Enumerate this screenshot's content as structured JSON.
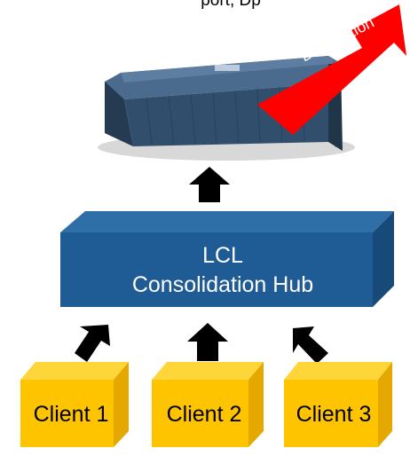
{
  "diagram": {
    "top_caption": "port, Dp",
    "destination_label": "Destination",
    "hub": {
      "line1": "LCL",
      "line2": "Consolidation Hub"
    },
    "clients": [
      "Client 1",
      "Client 2",
      "Client 3"
    ],
    "colors": {
      "container": "#2f4b63",
      "container_dark": "#1c3246",
      "container_light": "#466887",
      "hub_front": "#1f5b94",
      "hub_top": "#2f6fa7",
      "hub_side": "#184a79",
      "client_front": "#ffc400",
      "client_top": "#ffd63a",
      "client_side": "#e4a800",
      "arrow": "#000000",
      "destination_arrow": "#ff0000"
    }
  }
}
